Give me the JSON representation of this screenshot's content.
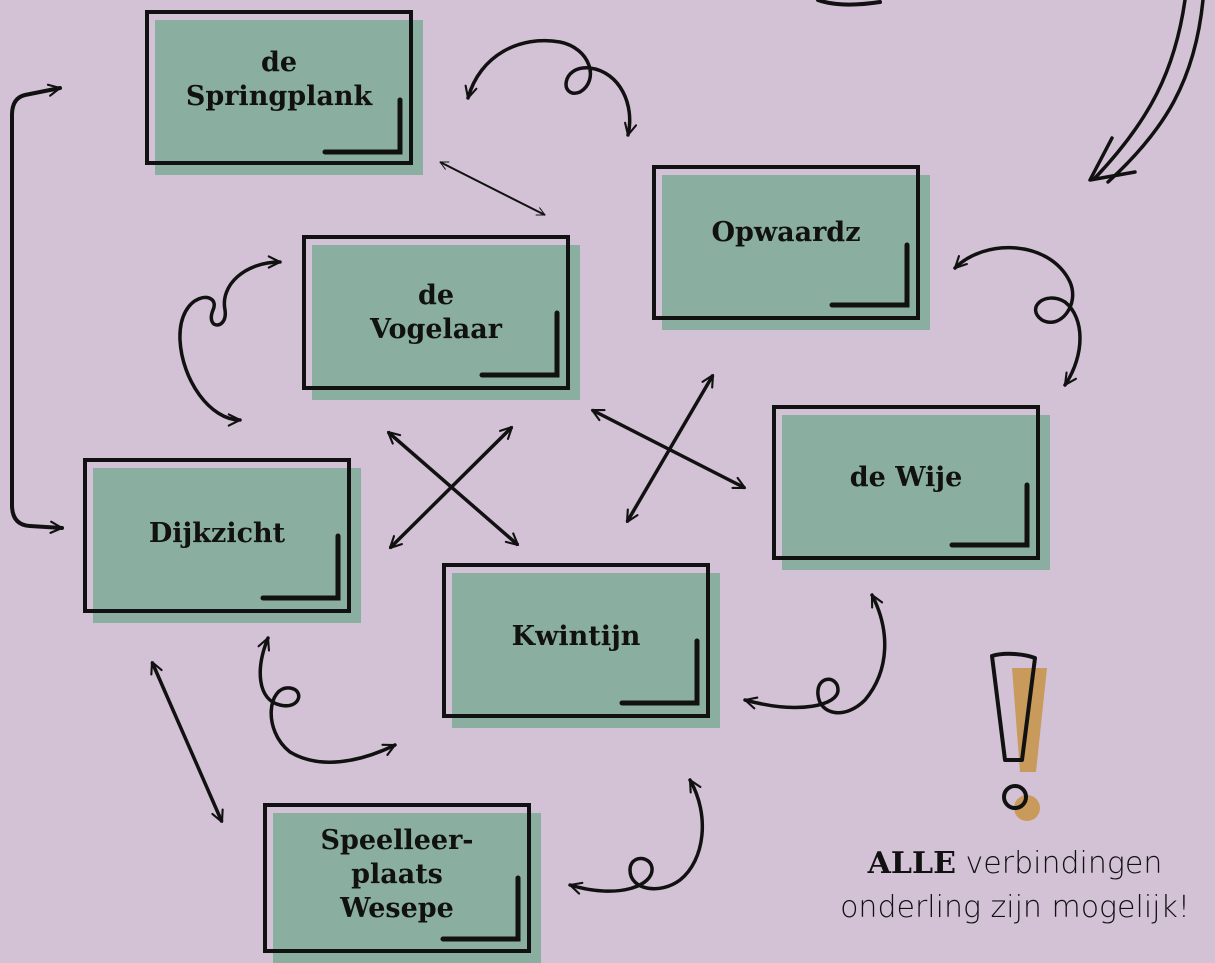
{
  "nodes": {
    "springplank": {
      "lines": [
        "de",
        "Springplank"
      ]
    },
    "opwaardz": {
      "lines": [
        "Opwaardz"
      ]
    },
    "vogelaar": {
      "lines": [
        "de",
        "Vogelaar"
      ]
    },
    "wije": {
      "lines": [
        "de Wije"
      ]
    },
    "dijkzicht": {
      "lines": [
        "Dijkzicht"
      ]
    },
    "kwintijn": {
      "lines": [
        "Kwintijn"
      ]
    },
    "speelleerplaats": {
      "lines": [
        "Speelleer-",
        "plaats",
        "Wesepe"
      ]
    }
  },
  "note": {
    "emphasis": "ALLE",
    "line1_rest": " verbindingen",
    "line2": "onderling zijn mogelijk!"
  },
  "colors": {
    "background": "#d3c2d5",
    "box_fill": "#8aafa0",
    "ink": "#111111",
    "accent": "#c89a5c"
  }
}
